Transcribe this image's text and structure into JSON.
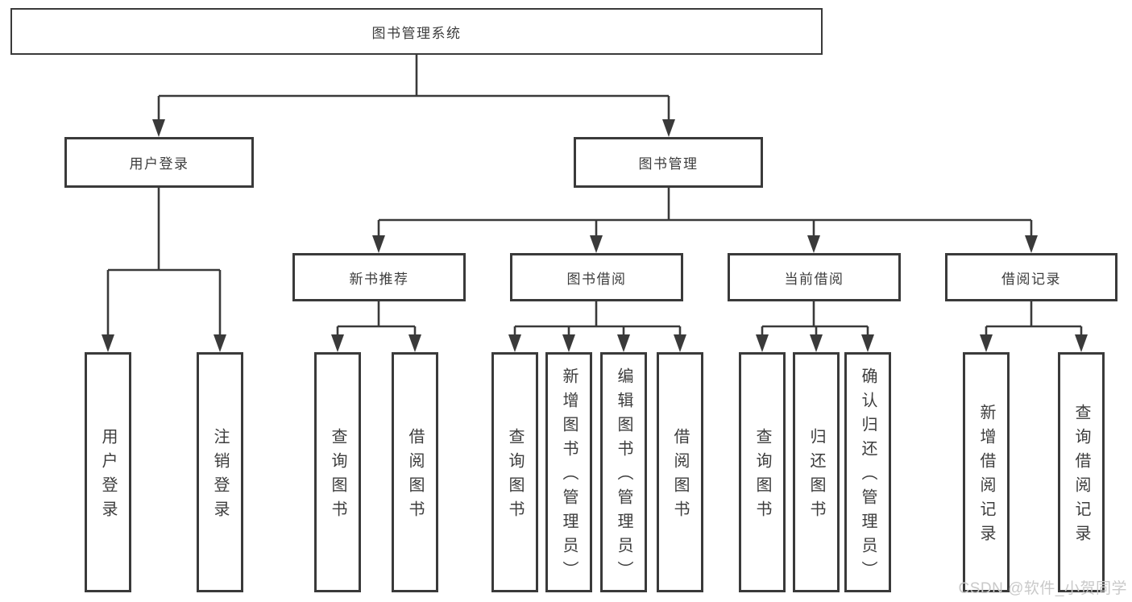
{
  "nodes": {
    "root": "图书管理系统",
    "level2": [
      "用户登录",
      "图书管理"
    ],
    "level3": [
      "新书推荐",
      "图书借阅",
      "当前借阅",
      "借阅记录"
    ],
    "leaves": [
      "用户登录",
      "注销登录",
      "查询图书",
      "借阅图书",
      "查询图书",
      "新增图书（管理员）",
      "编辑图书（管理员）",
      "借阅图书",
      "查询图书",
      "归还图书",
      "确认归还（管理员）",
      "新增借阅记录",
      "查询借阅记录"
    ]
  },
  "watermark": "CSDN @软件_小贺同学",
  "colors": {
    "line": "#3a3a3a",
    "text": "#3d3d3d",
    "watermark": "#c9c9c9",
    "background": "#ffffff"
  }
}
